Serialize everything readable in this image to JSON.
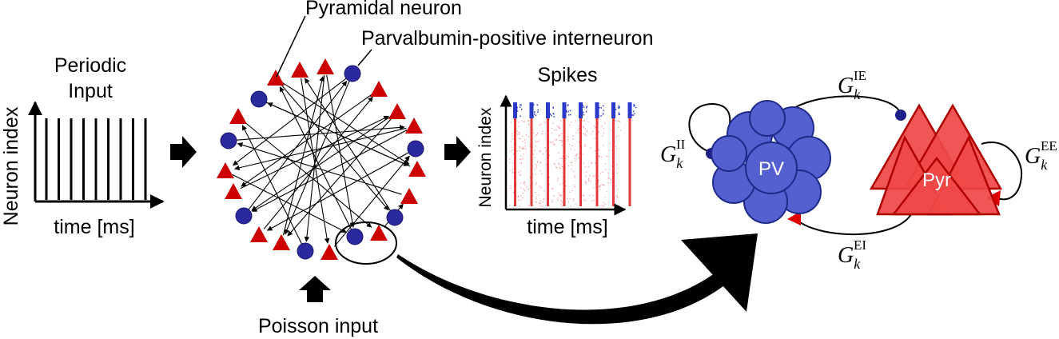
{
  "labels": {
    "periodic_input_line1": "Periodic",
    "periodic_input_line2": "Input",
    "neuron_index": "Neuron index",
    "time_ms": "time [ms]",
    "pyramidal_neuron": "Pyramidal neuron",
    "pv_interneuron": "Parvalbumin-positive interneuron",
    "spikes": "Spikes",
    "raster_neuron_index": "Neuron index",
    "raster_time_ms": "time [ms]",
    "poisson_input": "Poisson input",
    "pv": "PV",
    "pyr": "Pyr"
  },
  "connections": {
    "ie": {
      "symbol": "G",
      "sub": "k",
      "sup": "IE"
    },
    "ii": {
      "symbol": "G",
      "sub": "k",
      "sup": "II"
    },
    "ee": {
      "symbol": "G",
      "sub": "k",
      "sup": "EE"
    },
    "ei": {
      "symbol": "G",
      "sub": "k",
      "sup": "EI"
    }
  },
  "colors": {
    "pyramidal": "#cc0000",
    "pyramidal_fill": "#f04848",
    "pv": "#2a2a9e",
    "pv_fill": "#5560d0",
    "raster_red": "#e03a3a",
    "raster_blue": "#2a3ac8",
    "ink": "#000000"
  },
  "periodic_pulses": 9,
  "raster_bursts": 8
}
